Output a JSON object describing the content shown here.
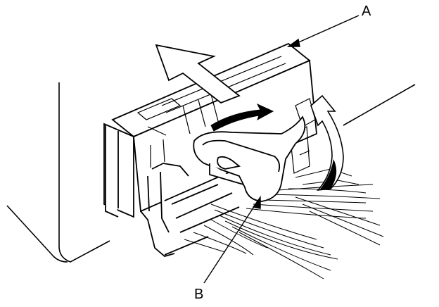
{
  "diagram": {
    "callouts": [
      {
        "id": "A",
        "label": "A"
      },
      {
        "id": "B",
        "label": "B"
      }
    ]
  }
}
